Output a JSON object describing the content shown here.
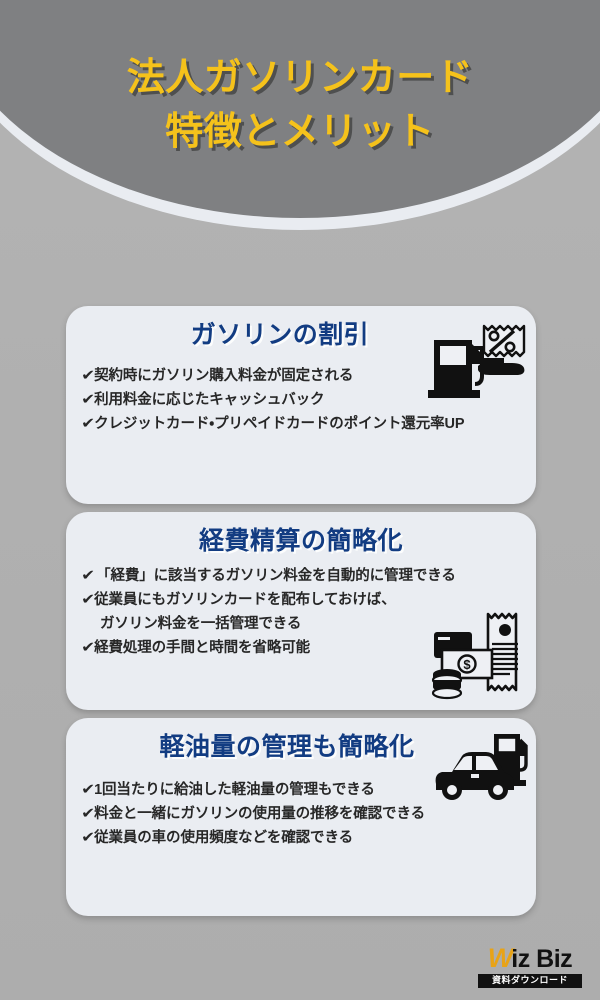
{
  "header": {
    "title_line1": "法人ガソリンカード",
    "title_line2": "特徴とメリット",
    "bg_color": "#7f8082",
    "text_color": "#f5c21b",
    "band_color": "#e9ecf1"
  },
  "page": {
    "background_color": "#b0b0b0",
    "card_background_color": "#eaedf2",
    "card_title_color": "#123c82",
    "body_text_color": "#272727"
  },
  "cards": [
    {
      "title": "ガソリンの割引",
      "icon": "gas-pump-discount-icon",
      "bullets": [
        {
          "check": "✔",
          "text": "契約時にガソリン購入料金が固定される",
          "indent": false
        },
        {
          "check": "✔",
          "text": "利用料金に応じたキャッシュバック",
          "indent": false
        },
        {
          "check": "✔",
          "text": "クレジットカード・プリペイドカードのポイント還元率UP",
          "indent": false
        }
      ]
    },
    {
      "title": "経費精算の簡略化",
      "icon": "wallet-receipt-icon",
      "bullets": [
        {
          "check": "✔",
          "text": "「経費」に該当するガソリン料金を自動的に管理できる",
          "indent": false
        },
        {
          "check": "✔",
          "text": "従業員にもガソリンカードを配布しておけば、",
          "indent": false
        },
        {
          "check": "",
          "text": "ガソリン料金を一括管理できる",
          "indent": true
        },
        {
          "check": "✔",
          "text": "経費処理の手間と時間を省略可能",
          "indent": false
        }
      ]
    },
    {
      "title": "軽油量の管理も簡略化",
      "icon": "car-gas-pump-icon",
      "bullets": [
        {
          "check": "✔",
          "text": "1回当たりに給油した軽油量の管理もできる",
          "indent": false
        },
        {
          "check": "✔",
          "text": "料金と一緒にガソリンの使用量の推移を確認できる",
          "indent": false
        },
        {
          "check": "✔",
          "text": "従業員の車の使用頻度などを確認できる",
          "indent": false
        }
      ]
    }
  ],
  "footer": {
    "logo_w": "W",
    "logo_rest": "iz Biz",
    "logo_sub": "資料ダウンロード",
    "logo_accent_color": "#e8a317"
  }
}
